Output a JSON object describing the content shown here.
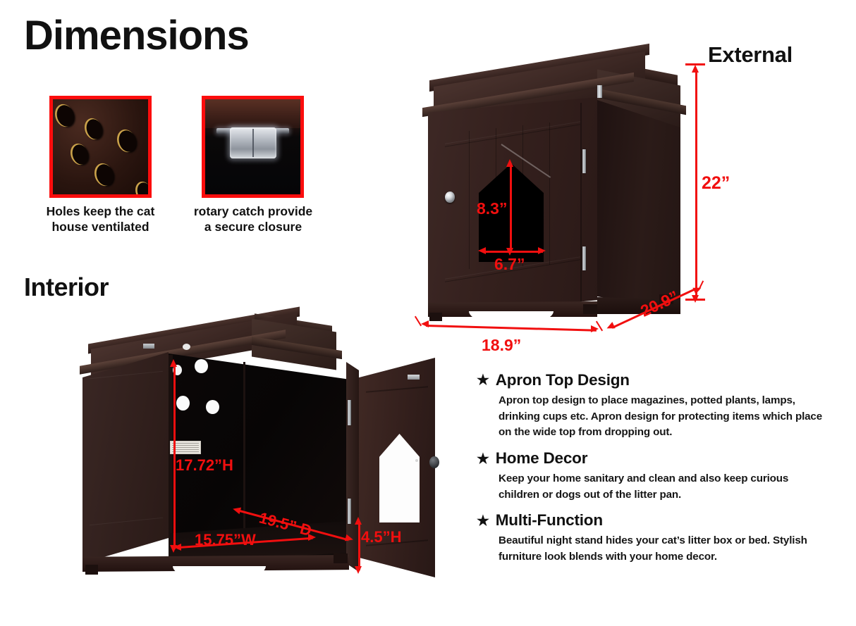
{
  "page_title": "Dimensions",
  "section_titles": {
    "interior": "Interior",
    "external": "External"
  },
  "insets": [
    {
      "id": "holes",
      "icon": "ventilation-holes-photo",
      "caption_line1": "Holes keep the cat",
      "caption_line2": "house ventilated",
      "border_color": "#fc0d0d"
    },
    {
      "id": "catch",
      "icon": "rotary-catch-photo",
      "caption_line1": "rotary catch provide",
      "caption_line2": "a secure closure",
      "border_color": "#fc0d0d"
    }
  ],
  "external_dimensions": {
    "height": "22”",
    "width": "18.9”",
    "depth": "20.9”",
    "opening_height": "8.3”",
    "opening_width": "6.7”"
  },
  "interior_dimensions": {
    "height": "17.72”H",
    "depth": "19.5” D",
    "width": "15.75”W",
    "door_bottom_height": "4.5”H"
  },
  "features": [
    {
      "bullet": "★",
      "title": "Apron Top Design",
      "body": "Apron top design to place magazines, potted plants, lamps, drinking cups etc. Apron design for protecting items which place on the wide top from dropping out."
    },
    {
      "bullet": "★",
      "title": "Home Decor",
      "body": "Keep your home sanitary and clean and also keep curious children or dogs out of the litter pan."
    },
    {
      "bullet": "★",
      "title": "Multi-Function",
      "body": "Beautiful night stand hides your cat’s litter box or bed. Stylish furniture look blends with your home decor."
    }
  ],
  "colors": {
    "annotation_red": "#f10f0f",
    "frame_red": "#fc0d0d",
    "wood_front": "#34201d",
    "wood_side": "#241614",
    "wood_top": "#3a2622",
    "text_black": "#111111",
    "background": "#ffffff"
  }
}
